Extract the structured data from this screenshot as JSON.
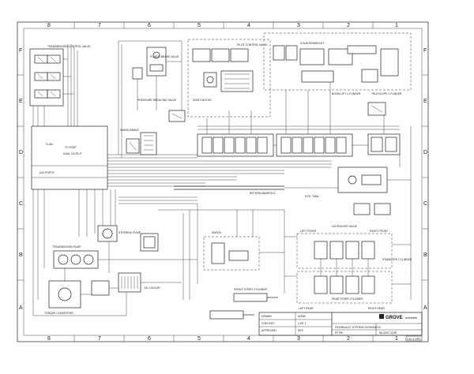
{
  "drawing": {
    "zones_top": [
      "8",
      "7",
      "6",
      "5",
      "4",
      "3",
      "2",
      "1"
    ],
    "zones_bottom": [
      "8",
      "7",
      "6",
      "5",
      "4",
      "3",
      "2",
      "1"
    ],
    "rows_left": [
      "F",
      "E",
      "D",
      "C",
      "B",
      "A"
    ],
    "rows_right": [
      "F",
      "E",
      "D",
      "C",
      "B",
      "A"
    ],
    "labels": {
      "transmission_control_valve": "TRANSMISSION CONTROL VALVE",
      "power_brake_valve": "POWER BRAKE VALVE",
      "pilot_control_valve": "PILOT CONTROL VALVE",
      "swing_brake": "SWING BRAKE",
      "pressure_reducing_valve": "PRESSURE REDUCING VALVE",
      "return_manifold": "RETURN MANIFOLD",
      "hyd_tank": "HYD. TANK",
      "counterweight": "COUNTERWEIGHT",
      "left_front": "LEFT FRONT",
      "right_front": "RIGHT FRONT",
      "left_rear": "LEFT REAR",
      "right_rear": "RIGHT REAR",
      "stabilizer_cylinder": "STABILIZER CYLINDER",
      "outrigger_valve": "OUTRIGGER VALVE",
      "transmission_pump": "TRANSMISSION PUMP",
      "steering_pump": "STEERING PUMP",
      "oil_cooler": "OIL COOLER",
      "torque_converter": "TORQUE CONVERTER",
      "swivel": "SWIVEL",
      "front_steer_cylinder": "FRONT STEER CYLINDER",
      "rear_steer_cylinder": "REAR STEER CYLINDER",
      "hoist_motor": "HOIST MOTOR",
      "boom_lift_cylinder": "BOOM LIFT CYLINDER",
      "telescope_cylinder": "TELESCOPE CYLINDER"
    },
    "title_block": {
      "company": "GROVE",
      "company_suffix": "worldwide",
      "title": "HYDRAULIC SYSTEM SCHEMATIC",
      "model": "RT750",
      "dwg_no": "9A-3347-210R",
      "scale": "NONE",
      "sheet": "1 OF 1",
      "drawn": "DRAWN",
      "checked": "CHECKED",
      "approved": "APPROVED",
      "rev": "REV"
    },
    "footer_ref": "C40-1 ORG"
  }
}
